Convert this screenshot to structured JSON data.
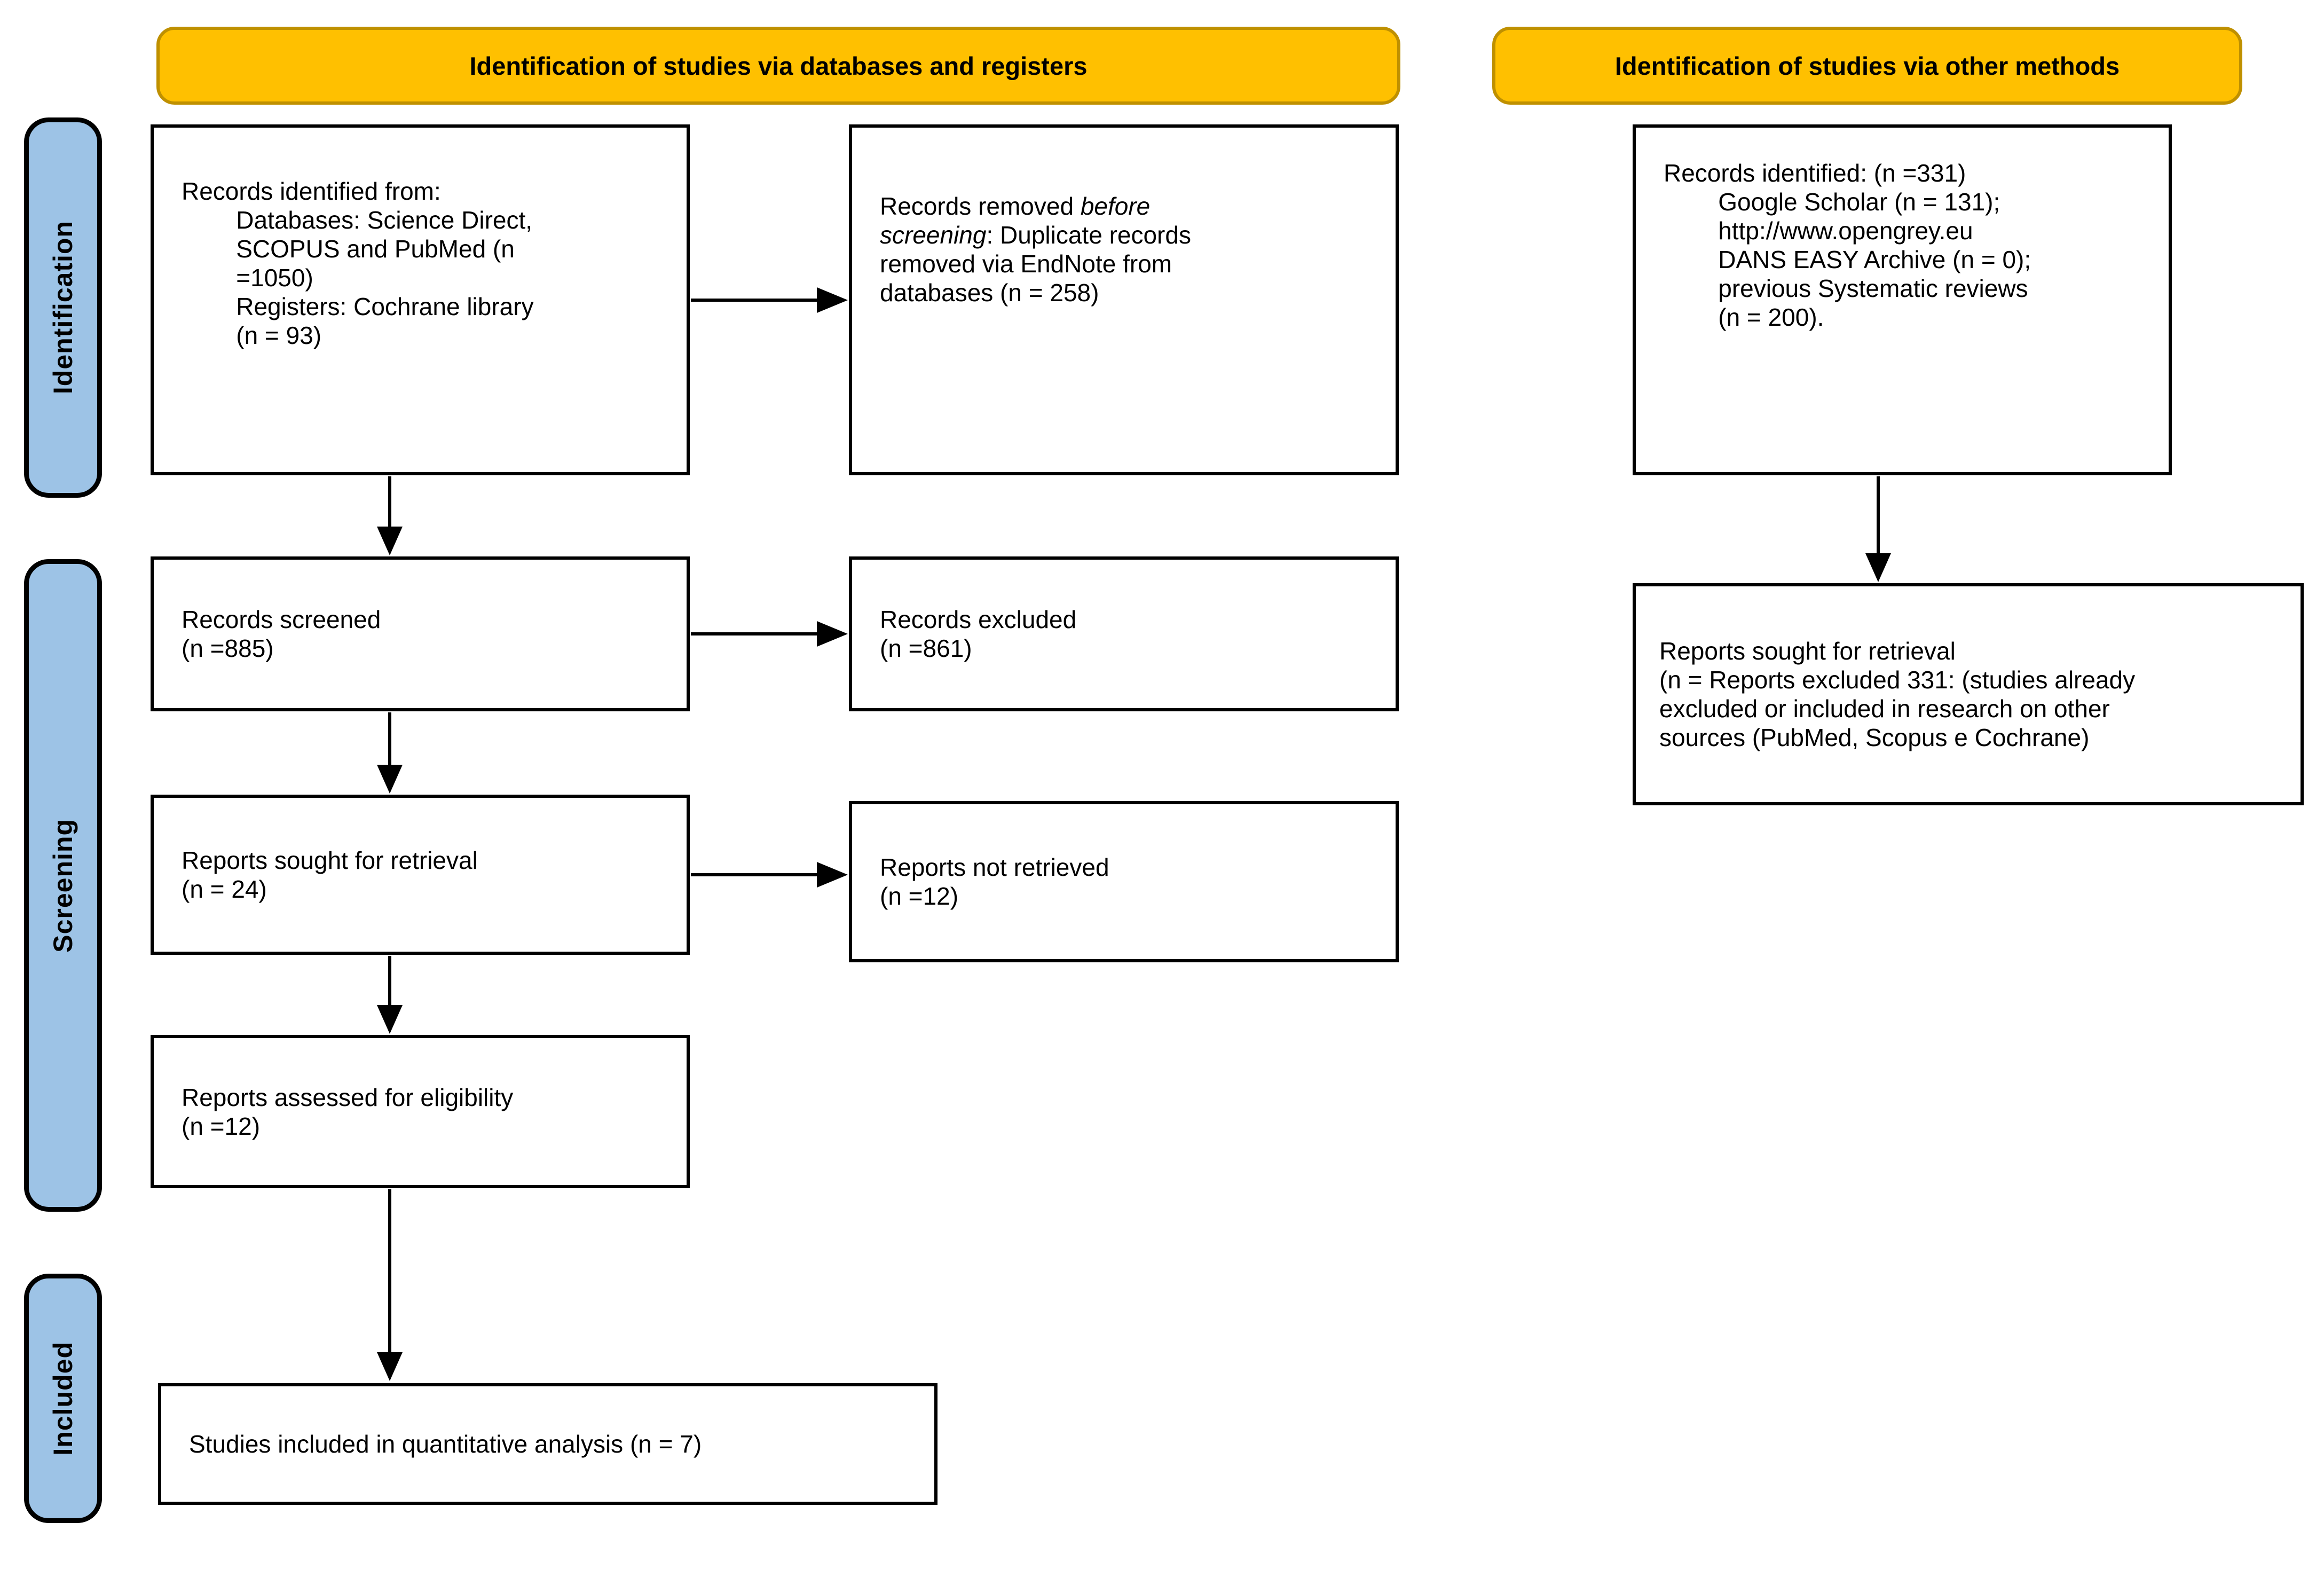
{
  "banners": {
    "databases": "Identification of studies via databases and registers",
    "other": "Identification of studies via other methods"
  },
  "stages": [
    {
      "label": "Identification"
    },
    {
      "label": "Screening"
    },
    {
      "label": "Included"
    }
  ],
  "colors": {
    "banner_fill": "#FFC000",
    "banner_border": "#BF9000",
    "stage_fill": "#9DC3E6",
    "box_border": "#000000",
    "arrow": "#000000"
  },
  "boxes": {
    "records_identified_db": "Records identified from:\n        Databases: Science Direct,\n        SCOPUS and PubMed (n\n        =1050)\n        Registers: Cochrane library\n        (n = 93)",
    "records_removed": {
      "prefix": "Records removed ",
      "italic": "before\nscreening",
      "suffix": ": Duplicate records\nremoved via EndNote from\ndatabases (n = 258)"
    },
    "records_identified_other": "Records identified: (n =331)\n        Google Scholar (n = 131);\n        http://www.opengrey.eu\n        DANS EASY Archive (n = 0);\n        previous Systematic reviews\n        (n = 200).",
    "records_screened": "Records screened\n(n =885)",
    "records_excluded": "Records excluded\n(n =861)",
    "reports_sought": "Reports sought for retrieval\n(n = 24)",
    "reports_not_retrieved": "Reports not retrieved\n(n =12)",
    "reports_assessed": "Reports assessed for eligibility\n(n =12)",
    "studies_included": "Studies included in quantitative analysis (n = 7)",
    "reports_sought_other": "Reports sought for retrieval\n(n = Reports excluded 331: (studies already\nexcluded or included in research on other\nsources (PubMed, Scopus e Cochrane)"
  }
}
